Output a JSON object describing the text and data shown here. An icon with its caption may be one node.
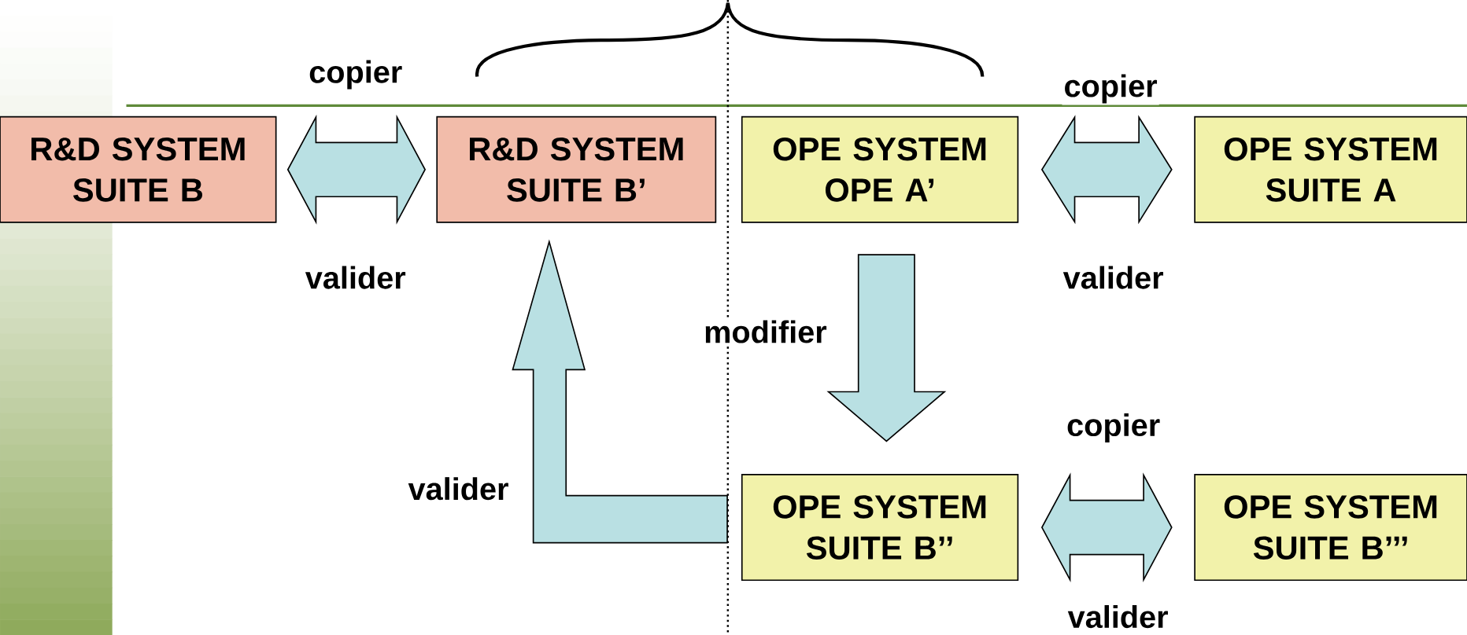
{
  "diagram": {
    "nodes": [
      {
        "text": [
          "R&D SYSTEM SUITE B"
        ]
      },
      {
        "text": [
          "R&D SYSTEM SUITE B’"
        ]
      },
      {
        "text": [
          "OPE SYSTEM OPE A’"
        ]
      },
      {
        "text": [
          "OPE SYSTEM SUITE A"
        ]
      },
      {
        "text": [
          "OPE SYSTEM SUITE B’’"
        ]
      },
      {
        "text": [
          "OPE SYSTEM SUITE B’’’"
        ]
      }
    ],
    "edges": [
      {
        "from": 0,
        "to": 1,
        "arrow": "both",
        "label": "copier"
      },
      {
        "from": 2,
        "to": 3,
        "arrow": "both",
        "label": "copier"
      },
      {
        "from": 2,
        "to": 4,
        "arrow": "to",
        "label": "modifier"
      },
      {
        "from": 4,
        "to": 1,
        "arrow": "to",
        "label": "valider"
      },
      {
        "from": 4,
        "to": 5,
        "arrow": "both",
        "label": "copier"
      }
    ],
    "labels": [
      "valider",
      "valider",
      "valider"
    ]
  }
}
